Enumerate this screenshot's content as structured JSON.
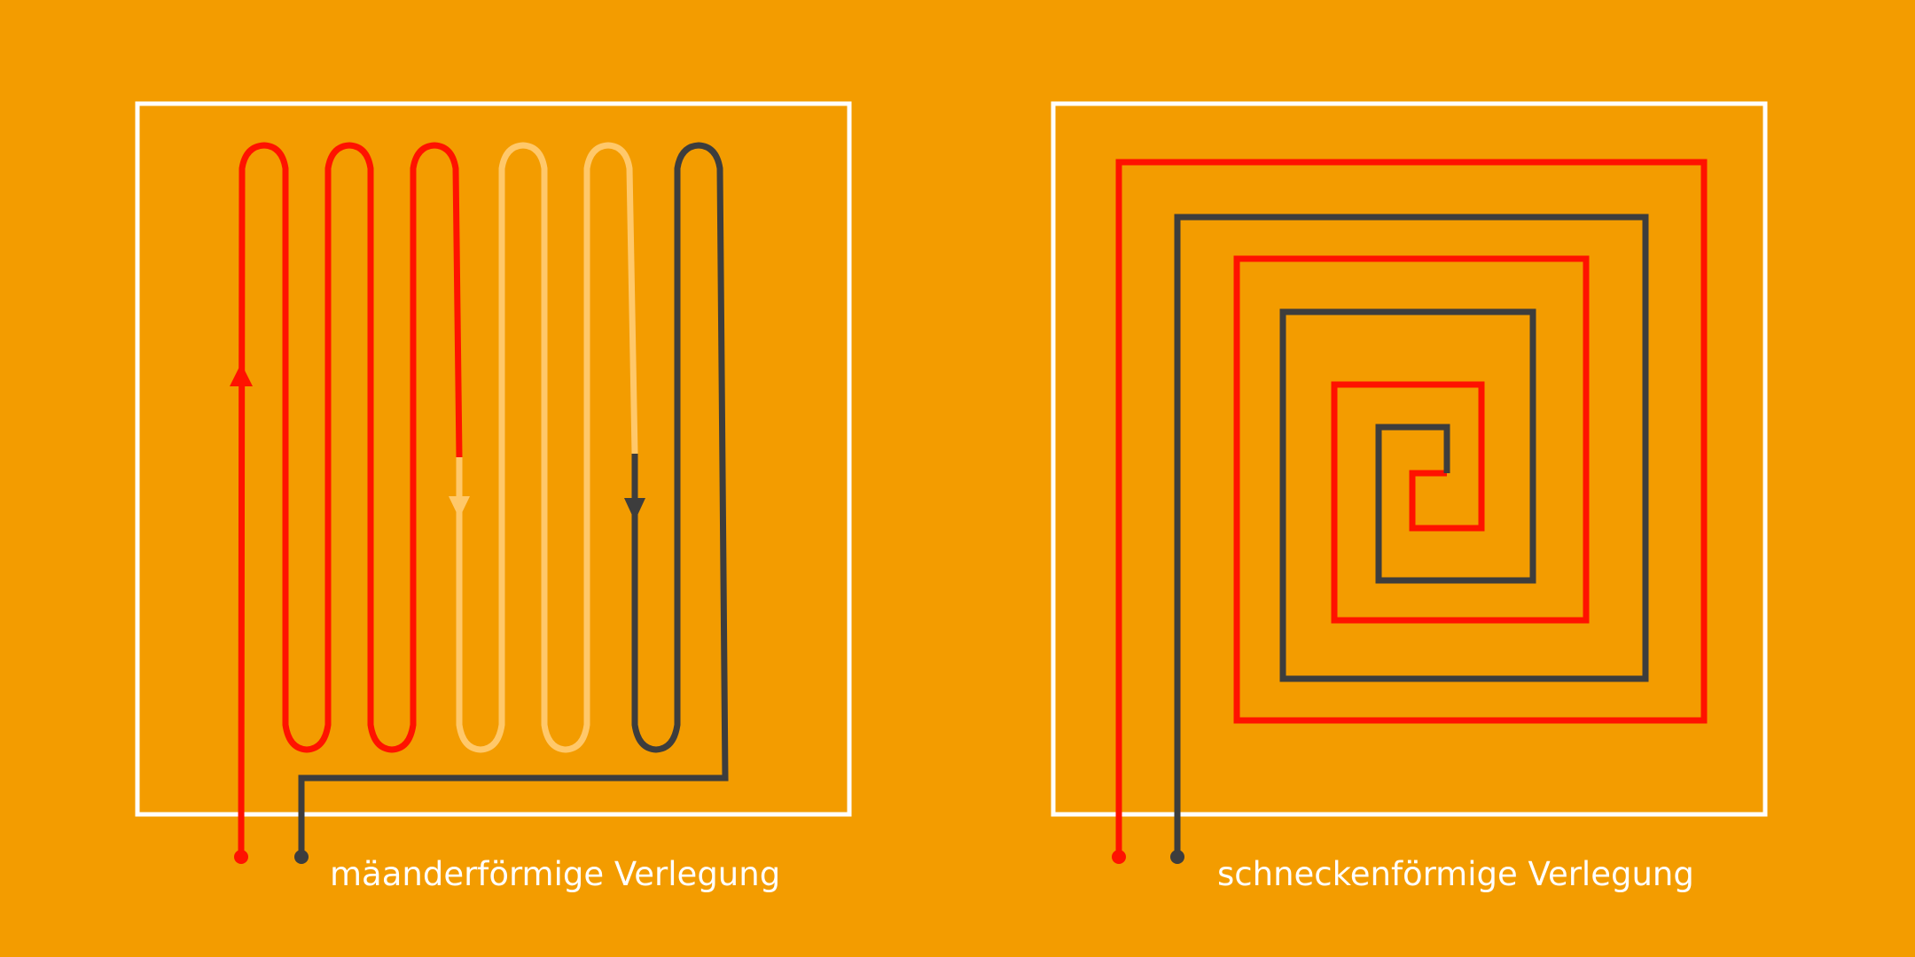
{
  "panels": [
    {
      "id": "meander",
      "caption": "mäanderförmige Verlegung",
      "layout_type": "meander"
    },
    {
      "id": "spiral",
      "caption": "schneckenförmige Verlegung",
      "layout_type": "spiral"
    }
  ],
  "colors": {
    "background": "#f39c00",
    "frame": "#ffffff",
    "supply_pipe": "#ff1200",
    "cooling_pipe": "#ffc86a",
    "return_pipe": "#3d3d3d",
    "caption": "#ffffff"
  }
}
